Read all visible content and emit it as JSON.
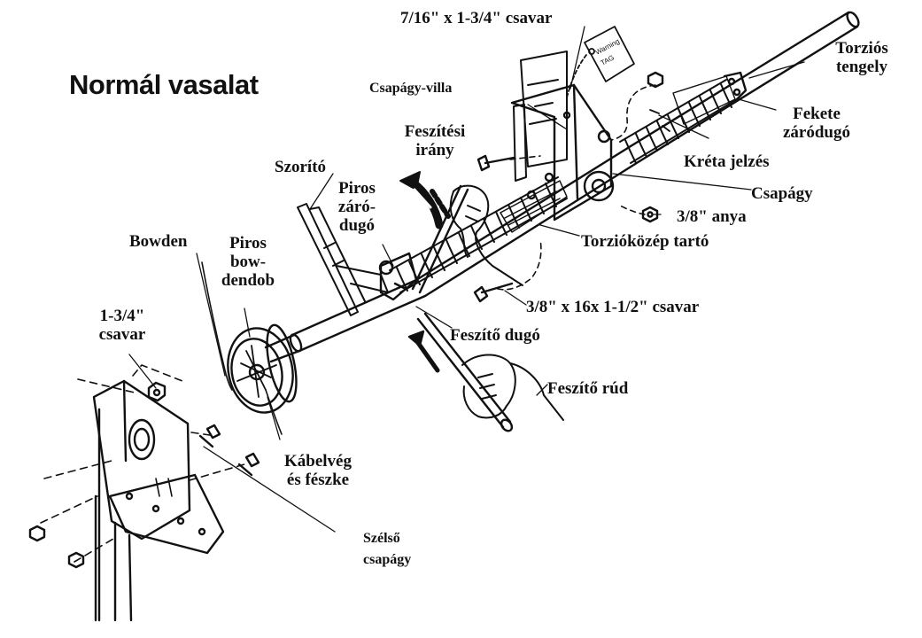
{
  "title": "Normál vasalat",
  "labels": {
    "csavar_716": "7/16\" x 1-3/4\" csavar",
    "csapagy_villa": "Csapágy-villa",
    "torzios_tengely": [
      "Torziós",
      "tengely"
    ],
    "fekete_zarodugo": [
      "Fekete",
      "záródugó"
    ],
    "kreta_jelzes": "Kréta jelzés",
    "csapagy": "Csapágy",
    "anya_38": "3/8\" anya",
    "torziokozep_tarto": "Torzióközép tartó",
    "csavar_38_16": "3/8\" x 16x 1-1/2\" csavar",
    "feszito_dugo": "Feszítő dugó",
    "feszito_rud": "Feszítő rúd",
    "feszitesi_irany": [
      "Feszítési",
      "irány"
    ],
    "szorito": "Szorító",
    "piros_zarodugo": [
      "Piros",
      "záró-",
      "dugó"
    ],
    "bowden": "Bowden",
    "piros_bowdendob": [
      "Piros",
      "bow-",
      "dendob"
    ],
    "csavar_134": [
      "1-3/4\"",
      "csavar"
    ],
    "kabelveg_es_feszke": [
      "Kábelvég",
      "és fészke"
    ],
    "szelso_csapagy": [
      "Szélső",
      "csapágy"
    ]
  },
  "tag_text": [
    "Warning",
    "TAG"
  ],
  "colors": {
    "ink": "#111111",
    "paper": "#ffffff"
  }
}
